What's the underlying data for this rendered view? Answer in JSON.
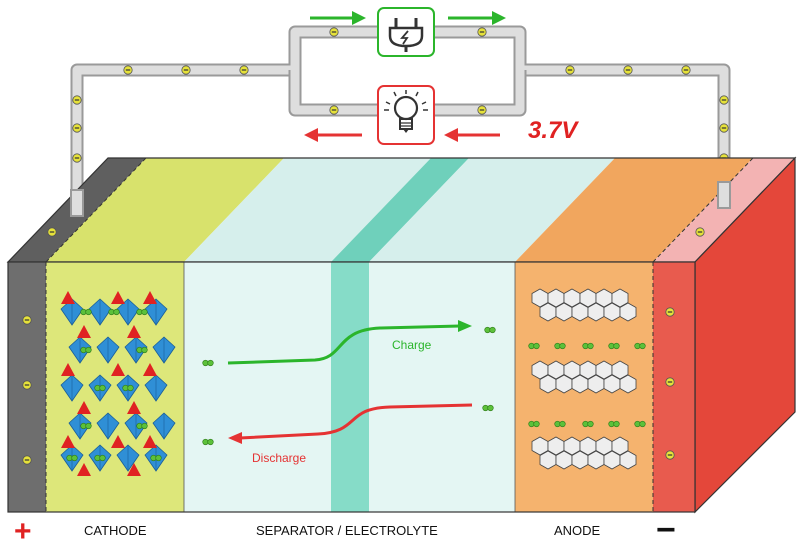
{
  "labels": {
    "positive": "+",
    "cathode": "CATHODE",
    "separator": "SEPARATOR / ELECTROLYTE",
    "anode": "ANODE",
    "negative": "−",
    "voltage": "3.7V",
    "charge": "Charge",
    "discharge": "Discharge",
    "electron": "⊖"
  },
  "icons": {
    "top_box": "plug-icon",
    "bottom_box": "lightbulb-icon"
  },
  "colors": {
    "collector_left": "#6e6e6e",
    "cathode": "#dde77a",
    "electrolyte": "#e4f6f3",
    "separator": "#86dcc8",
    "anode": "#f5b36e",
    "collector_right": "#e85b4e",
    "wire": "#c8c8c8",
    "charge": "#2bb52b",
    "discharge": "#e53333",
    "electron": "#e6e23a",
    "octahedron_blue": "#2f8fd6",
    "octahedron_red": "#e02222",
    "lithium": "#5cc13a",
    "graphite": "#eeeeee"
  }
}
